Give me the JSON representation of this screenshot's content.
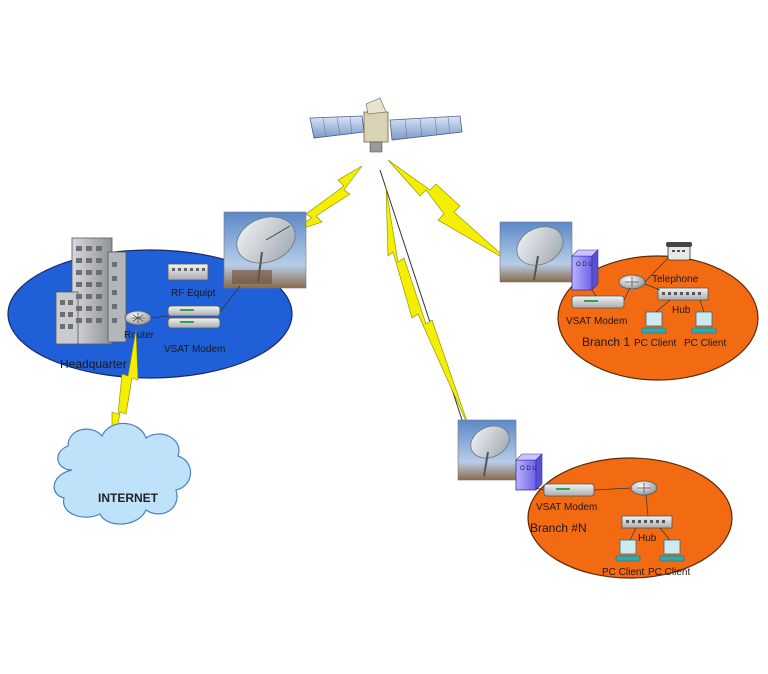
{
  "headquarter": {
    "label": "Headquarter",
    "router_label": "Router",
    "rf_label": "RF Equipt",
    "modem_label": "VSAT Modem",
    "color": "#1f5fd8"
  },
  "internet": {
    "label": "INTERNET",
    "color": "#bfe2fb"
  },
  "branch1": {
    "label": "Branch 1",
    "modem_label": "VSAT Modem",
    "telephone_label": "Telephone",
    "hub_label": "Hub",
    "pc1_label": "PC Client",
    "pc2_label": "PC Client",
    "odu_label": "O D U",
    "color": "#f26a12"
  },
  "branchN": {
    "label": "Branch #N",
    "modem_label": "VSAT Modem",
    "hub_label": "Hub",
    "pc1_label": "PC Client",
    "pc2_label": "PC Client",
    "odu_label": "O D U",
    "color": "#f26a12"
  },
  "link_color": "#f4ee00"
}
